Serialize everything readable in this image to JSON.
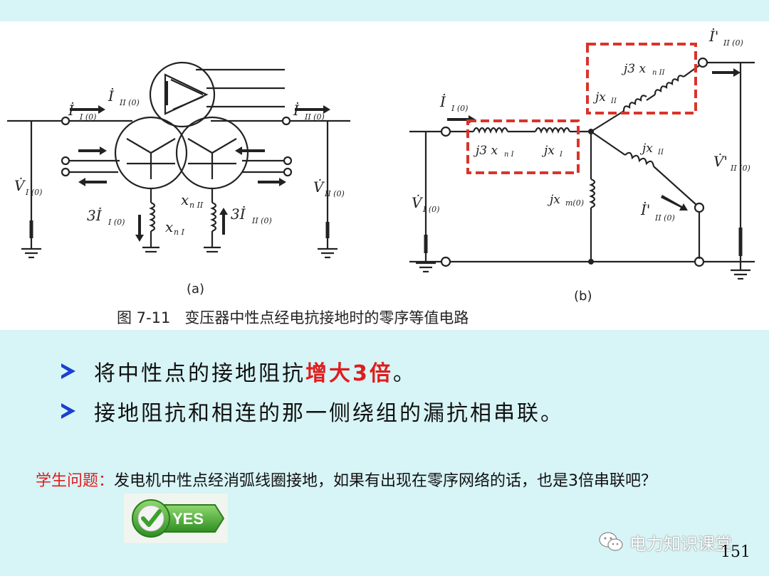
{
  "figure": {
    "caption": "图 7-11   变压器中性点经电抗接地时的零序等值电路",
    "panel_a_label": "(a)",
    "panel_b_label": "(b)",
    "a_labels": {
      "I_I0": "İ",
      "I_I0_sub": "I (0)",
      "I_II0": "İ",
      "I_II0_sub": "II (0)",
      "I_II0_right": "İ",
      "I_II0_right_sub": "II (0)",
      "V_I0": "V̇",
      "V_I0_sub": "I (0)",
      "V_II0": "V̇",
      "V_II0_sub": "II (0)",
      "three_I_I0": "3İ",
      "three_I_I0_sub": "I (0)",
      "three_I_II0": "3İ",
      "three_I_II0_sub": "II (0)",
      "x_nI": "x",
      "x_nI_sub": "n I",
      "x_nII": "x",
      "x_nII_sub": "n II"
    },
    "b_labels": {
      "I_I0": "İ",
      "I_I0_sub": "I (0)",
      "V_I0": "V̇",
      "V_I0_sub": "I (0)",
      "j3xnI": "j3 x",
      "j3xnI_sub": "n I",
      "jxI": "jx",
      "jxI_sub": "I",
      "j3xnII": "j3 x",
      "j3xnII_sub": "n II",
      "jxII_top": "jx",
      "jxII_top_sub": "II",
      "jxII": "jx",
      "jxII_sub": "II",
      "jxm0": "jx",
      "jxm0_sub": "m(0)",
      "Ip_II0": "İ'",
      "Ip_II0_sub": "II (0)",
      "Ip_II0_top": "İ'",
      "Ip_II0_top_sub": "II (0)",
      "Vp_II0": "V̇'",
      "Vp_II0_sub": "II (0)"
    }
  },
  "bullets": [
    {
      "text_before": "将中性点的接地阻抗",
      "highlight": "增大3倍",
      "text_after": "。"
    },
    {
      "text_before": "接地阻抗和相连的那一侧绕组的漏抗相串联。",
      "highlight": "",
      "text_after": ""
    }
  ],
  "question": {
    "label": "学生问题：",
    "text": "发电机中性点经消弧线圈接地，如果有出现在零序网络的话，也是3倍串联吧？"
  },
  "yes_badge": {
    "text": "YES",
    "check_icon": "check-icon"
  },
  "watermark": {
    "text": "电力知识课堂",
    "icon": "wechat-icon"
  },
  "page_number": "151",
  "colors": {
    "background": "#d7f4f6",
    "bullet_arrow": "#1a3fd1",
    "highlight": "#e01c1c",
    "dashed_box": "#d9342b",
    "yes_green": "#4db23a"
  }
}
